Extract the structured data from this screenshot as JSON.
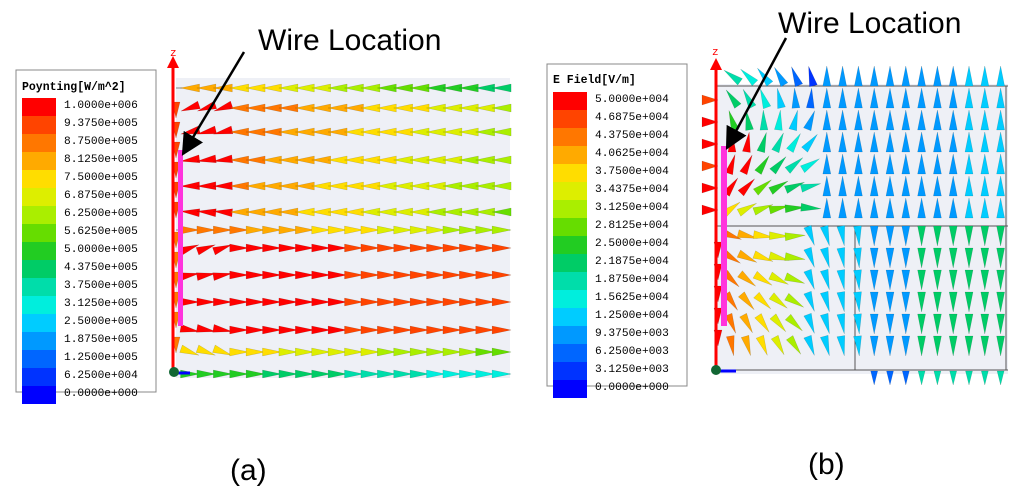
{
  "panels": [
    {
      "id": "a",
      "caption": "(a)",
      "annotation": "Wire Location",
      "axis_label": "z",
      "legend": {
        "title": "Poynting[W/m^2]",
        "ticks": [
          "1.0000e+006",
          "9.3750e+005",
          "8.7500e+005",
          "8.1250e+005",
          "7.5000e+005",
          "6.8750e+005",
          "6.2500e+005",
          "5.6250e+005",
          "5.0000e+005",
          "4.3750e+005",
          "3.7500e+005",
          "3.1250e+005",
          "2.5000e+005",
          "1.8750e+005",
          "1.2500e+005",
          "6.2500e+004",
          "0.0000e+000"
        ]
      }
    },
    {
      "id": "b",
      "caption": "(b)",
      "annotation": "Wire Location",
      "axis_label": "z",
      "legend": {
        "title": "E Field[V/m]",
        "ticks": [
          "5.0000e+004",
          "4.6875e+004",
          "4.3750e+004",
          "4.0625e+004",
          "3.7500e+004",
          "3.4375e+004",
          "3.1250e+004",
          "2.8125e+004",
          "2.5000e+004",
          "2.1875e+004",
          "1.8750e+004",
          "1.5625e+004",
          "1.2500e+004",
          "9.3750e+003",
          "6.2500e+003",
          "3.1250e+003",
          "0.0000e+000"
        ]
      }
    }
  ],
  "colors": {
    "scale": [
      "#ff0000",
      "#ff4400",
      "#ff7700",
      "#ffaa00",
      "#ffdd00",
      "#ddee00",
      "#aaee00",
      "#66dd00",
      "#22cc22",
      "#00cc66",
      "#00ddaa",
      "#00eedd",
      "#00ccff",
      "#0099ff",
      "#0066ff",
      "#0033ff",
      "#0000ff"
    ],
    "wire": "#ff33dd",
    "plot_bg": "#eef0f6",
    "axis_z": "#ff0000",
    "axis_x": "#0000ff"
  }
}
